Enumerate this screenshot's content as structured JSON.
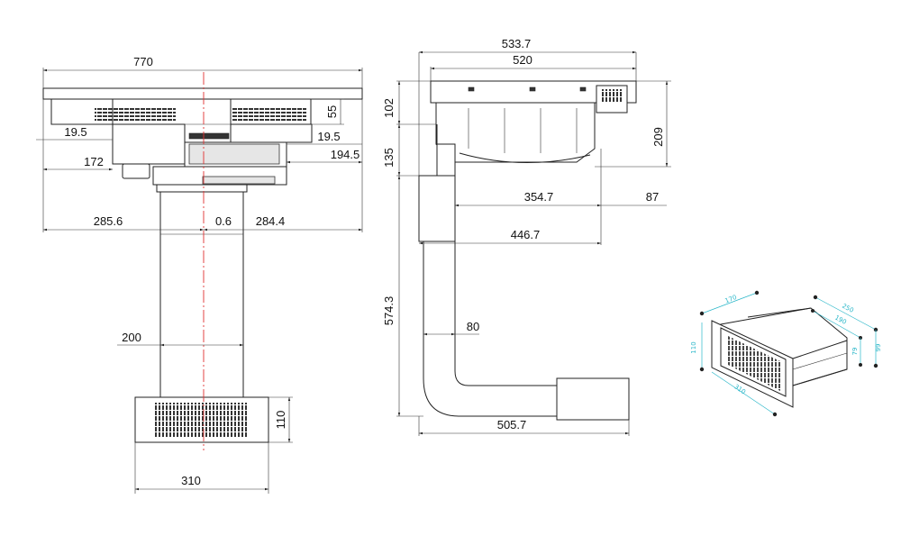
{
  "front_view": {
    "dims": {
      "width": "770",
      "side_left": "19.5",
      "side_right": "19.5",
      "height": "55",
      "offset_left": "172",
      "offset_right": "194.5",
      "half_left": "285.6",
      "axis_offset": "0.6",
      "half_right": "284.4",
      "duct": "200",
      "box_height": "110",
      "box_width": "310"
    }
  },
  "side_view": {
    "dims": {
      "depth_total": "533.7",
      "depth": "520",
      "height_top": "102",
      "total_height": "209",
      "gap": "135",
      "depth_mid": "354.7",
      "edge": "87",
      "depth_lower": "446.7",
      "vertical": "574.3",
      "duct": "80",
      "reach": "505.7"
    }
  },
  "iso_view": {
    "dims": {
      "a": "170",
      "b": "250",
      "c": "190",
      "d": "110",
      "e": "79",
      "f": "99",
      "g": "310"
    }
  }
}
